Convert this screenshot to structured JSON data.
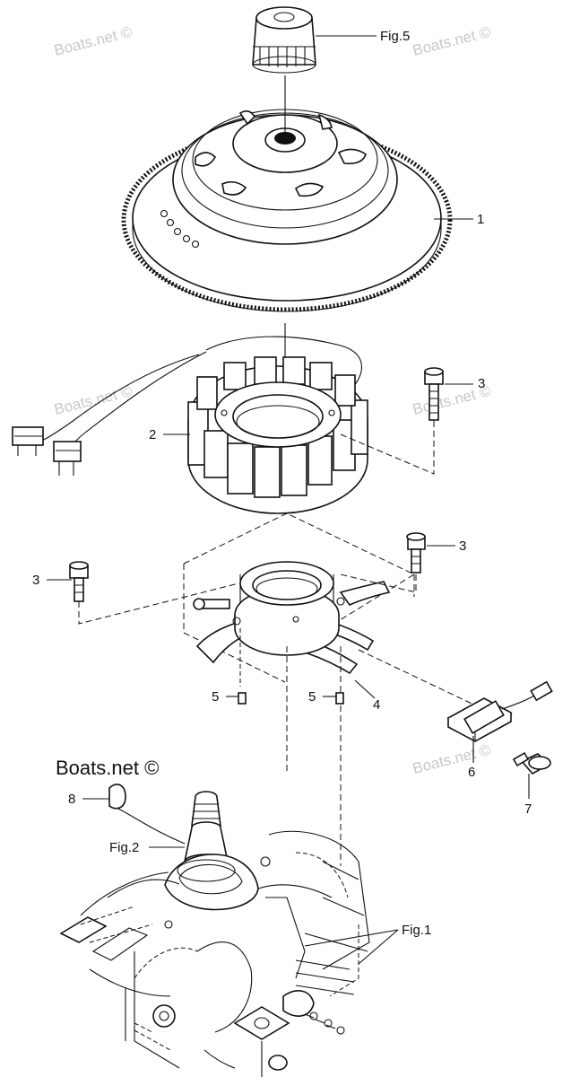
{
  "watermark": "Boats.net ©",
  "brand": "Boats.net ©",
  "callouts": {
    "fig5": "Fig.5",
    "fig2": "Fig.2",
    "fig1": "Fig.1",
    "p1": "1",
    "p2": "2",
    "p3a": "3",
    "p3b": "3",
    "p3c": "3",
    "p4": "4",
    "p5a": "5",
    "p5b": "5",
    "p6": "6",
    "p7": "7",
    "p8": "8"
  }
}
